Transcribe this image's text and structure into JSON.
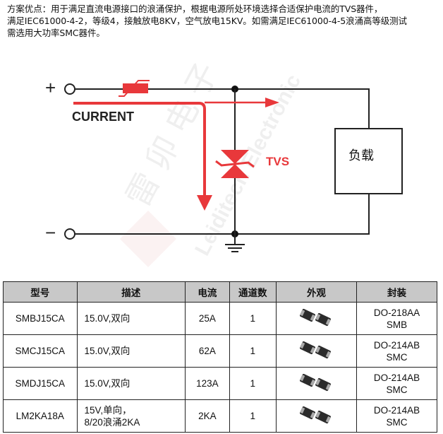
{
  "description": {
    "lines": [
      "方案优点：用于满足直流电源接口的浪涌保护，根据电源所处环境选择合适保护电流的TVS器件，",
      "满足IEC61000-4-2，等级4，接触放电8KV，空气放电15KV。如需满足IEC61000-4-5浪涌高等级测试",
      "需选用大功率SMC器件。"
    ]
  },
  "diagram": {
    "plus_label": "+",
    "minus_label": "−",
    "current_label": "CURRENT",
    "tvs_label": "TVS",
    "load_label": "负载",
    "watermark": {
      "cn": "雷 卯 电 子",
      "en": "Leiditech Electronic"
    },
    "colors": {
      "wire": "#222222",
      "accent": "#e8383b"
    }
  },
  "table": {
    "headers": [
      "型号",
      "描述",
      "电流",
      "通道数",
      "外观",
      "封装"
    ],
    "rows": [
      {
        "model": "SMBJ15CA",
        "desc": [
          "15.0V,双向"
        ],
        "current": "25A",
        "channels": "1",
        "package": [
          "DO-218AA",
          "SMB"
        ]
      },
      {
        "model": "SMCJ15CA",
        "desc": [
          "15.0V,双向"
        ],
        "current": "62A",
        "channels": "1",
        "package": [
          "DO-214AB",
          "SMC"
        ]
      },
      {
        "model": "SMDJ15CA",
        "desc": [
          "15.0V,双向"
        ],
        "current": "123A",
        "channels": "1",
        "package": [
          "DO-214AB",
          "SMC"
        ]
      },
      {
        "model": "LM2KA18A",
        "desc": [
          "15V,单向，",
          "8/20浪涌2KA"
        ],
        "current": "2KA",
        "channels": "1",
        "package": [
          "DO-214AB",
          "SMC"
        ]
      }
    ]
  }
}
